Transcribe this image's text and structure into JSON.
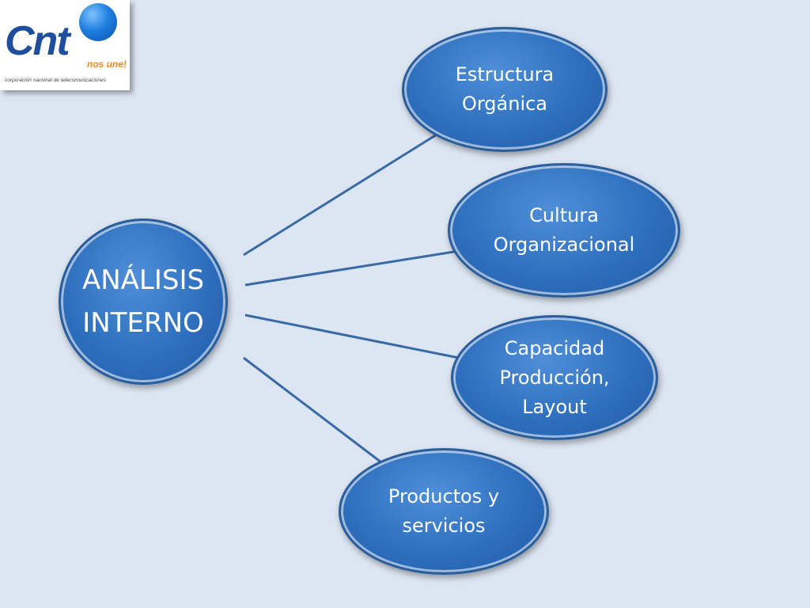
{
  "logo": {
    "brand": "Cnt",
    "tagline": "nos une!",
    "subtitle": "corporación nacional de telecomunicaciones"
  },
  "diagram": {
    "center": {
      "label": "ANÁLISIS\nINTERNO"
    },
    "nodes": [
      {
        "label": "Estructura\nOrgánica"
      },
      {
        "label": "Cultura\nOrganizacional"
      },
      {
        "label": "Capacidad\nProducción,\nLayout"
      },
      {
        "label": "Productos y\nservicios"
      }
    ]
  },
  "colors": {
    "background": "#dce6f2",
    "node_fill": "#2e6fbe",
    "connector": "#3a6aa5"
  }
}
